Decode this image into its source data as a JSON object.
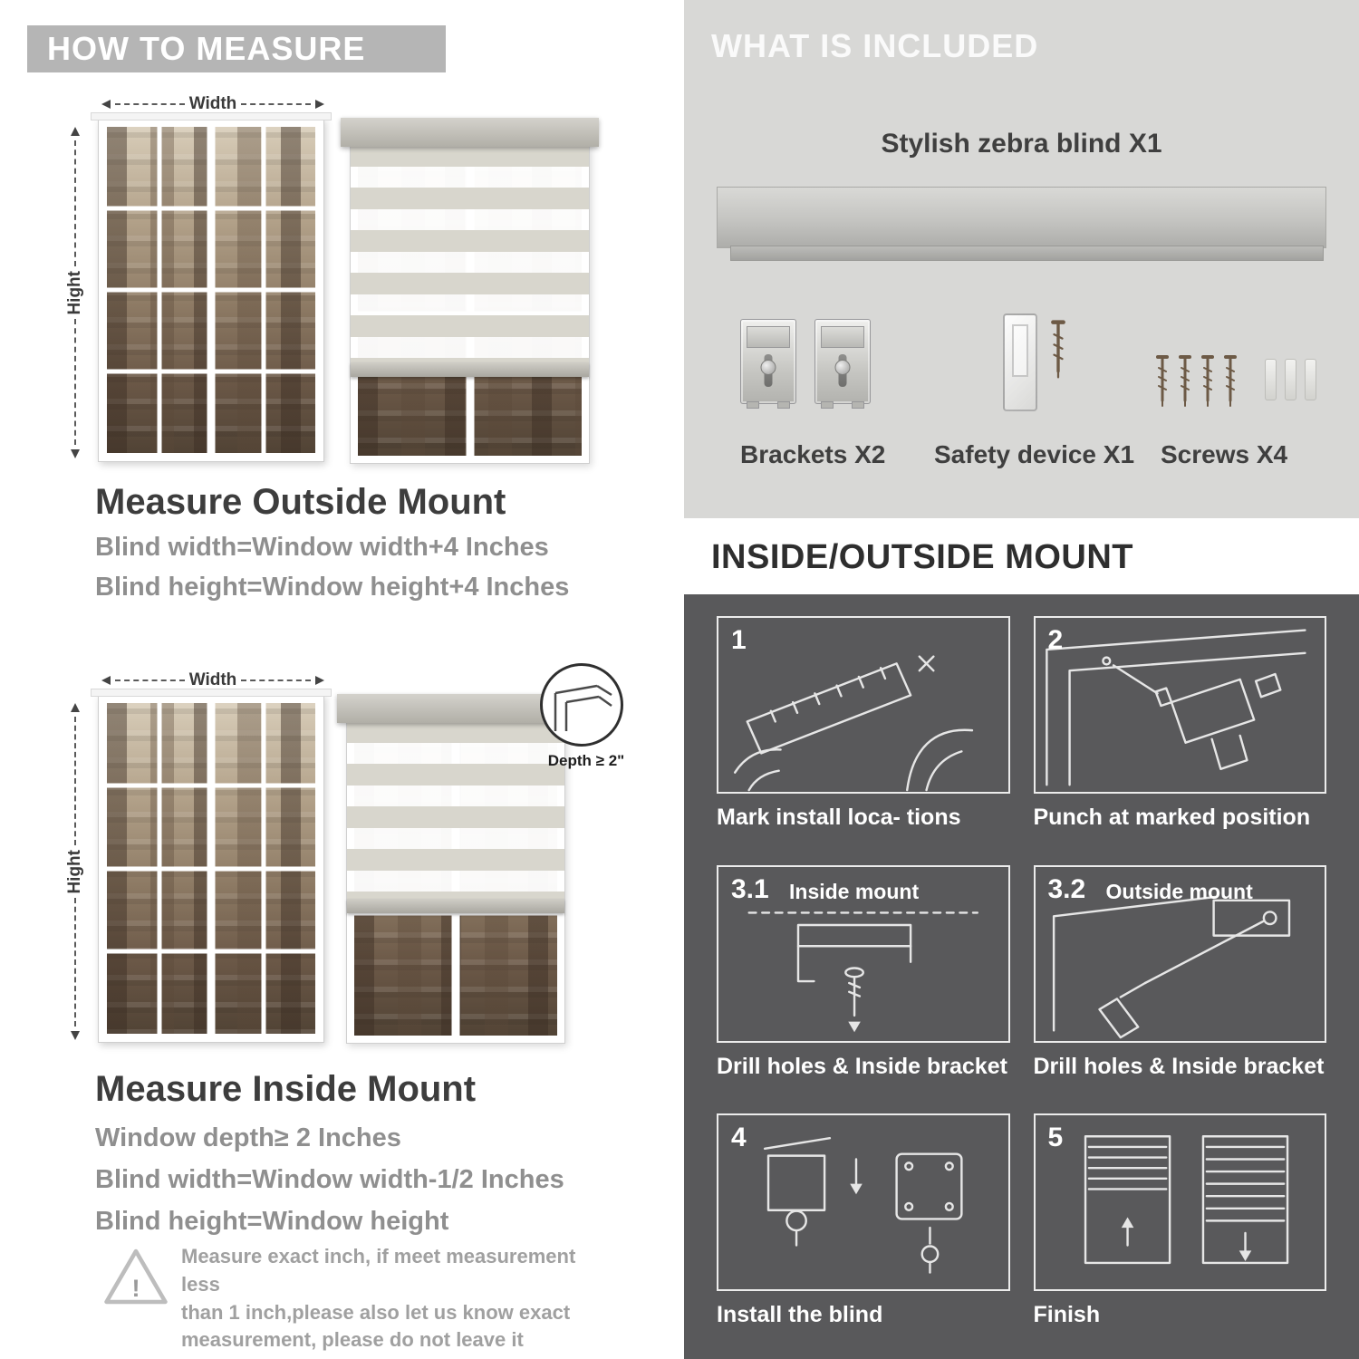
{
  "colors": {
    "banner_gray": "#b5b5b5",
    "panel_light_gray": "#d8d8d6",
    "panel_dark_gray": "#59595b",
    "text_dark": "#3d3d3d",
    "text_gray": "#8f8f8f",
    "caption_white": "#ffffff"
  },
  "left": {
    "header": "HOW TO MEASURE",
    "outside": {
      "width_label": "Width",
      "height_label": "Hight",
      "title": "Measure Outside Mount",
      "line1": "Blind width=Window width+4 Inches",
      "line2": "Blind height=Window height+4 Inches"
    },
    "inside": {
      "width_label": "Width",
      "height_label": "Hight",
      "depth_label": "Depth ≥ 2\"",
      "title": "Measure Inside Mount",
      "line1": "Window depth≥ 2 Inches",
      "line2": "Blind width=Window width-1/2 Inches",
      "line3": "Blind height=Window height"
    },
    "warning": {
      "symbol": "!",
      "lines": [
        "Measure exact inch, if meet measurement less",
        "than 1 inch,please also let us know exact",
        "measurement, please do not leave it"
      ]
    }
  },
  "right": {
    "included": {
      "header": "WHAT IS INCLUDED",
      "blind_label": "Stylish zebra blind X1",
      "items": [
        {
          "label": "Brackets X2"
        },
        {
          "label": "Safety device X1"
        },
        {
          "label": "Screws X4"
        }
      ]
    },
    "mount": {
      "header": "INSIDE/OUTSIDE MOUNT",
      "steps": [
        {
          "num": "1",
          "tag": "",
          "caption": "Mark install loca- tions"
        },
        {
          "num": "2",
          "tag": "",
          "caption": "Punch at  marked position"
        },
        {
          "num": "3.1",
          "tag": "Inside mount",
          "caption": "Drill holes &  Inside bracket"
        },
        {
          "num": "3.2",
          "tag": "Outside mount",
          "caption": "Drill holes &  Inside bracket"
        },
        {
          "num": "4",
          "tag": "",
          "caption": "Install the blind"
        },
        {
          "num": "5",
          "tag": "",
          "caption": "Finish"
        }
      ]
    }
  }
}
